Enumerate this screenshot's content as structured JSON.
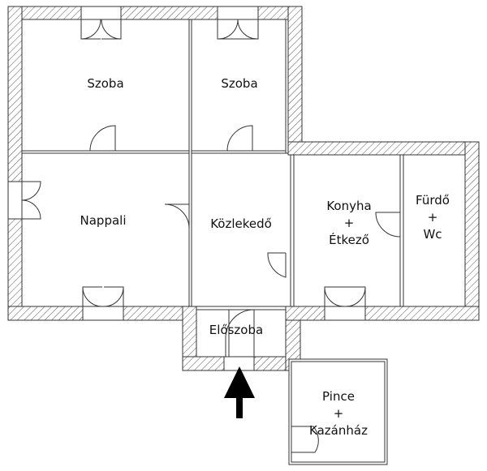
{
  "rooms": {
    "szoba1": {
      "name": "Szoba"
    },
    "szoba2": {
      "name": "Szoba"
    },
    "nappali": {
      "name": "Nappali"
    },
    "kozlekedo": {
      "name": "Közlekedő"
    },
    "konyha": {
      "line1": "Konyha",
      "line2": "+",
      "line3": "Étkező"
    },
    "furdo": {
      "line1": "Fürdő",
      "line2": "+",
      "line3": "Wc"
    },
    "eloszoba": {
      "name": "Előszoba"
    },
    "pince": {
      "line1": "Pince",
      "line2": "+",
      "line3": "Kazánház"
    }
  },
  "entrance": {
    "icon": "arrow-up-icon"
  }
}
